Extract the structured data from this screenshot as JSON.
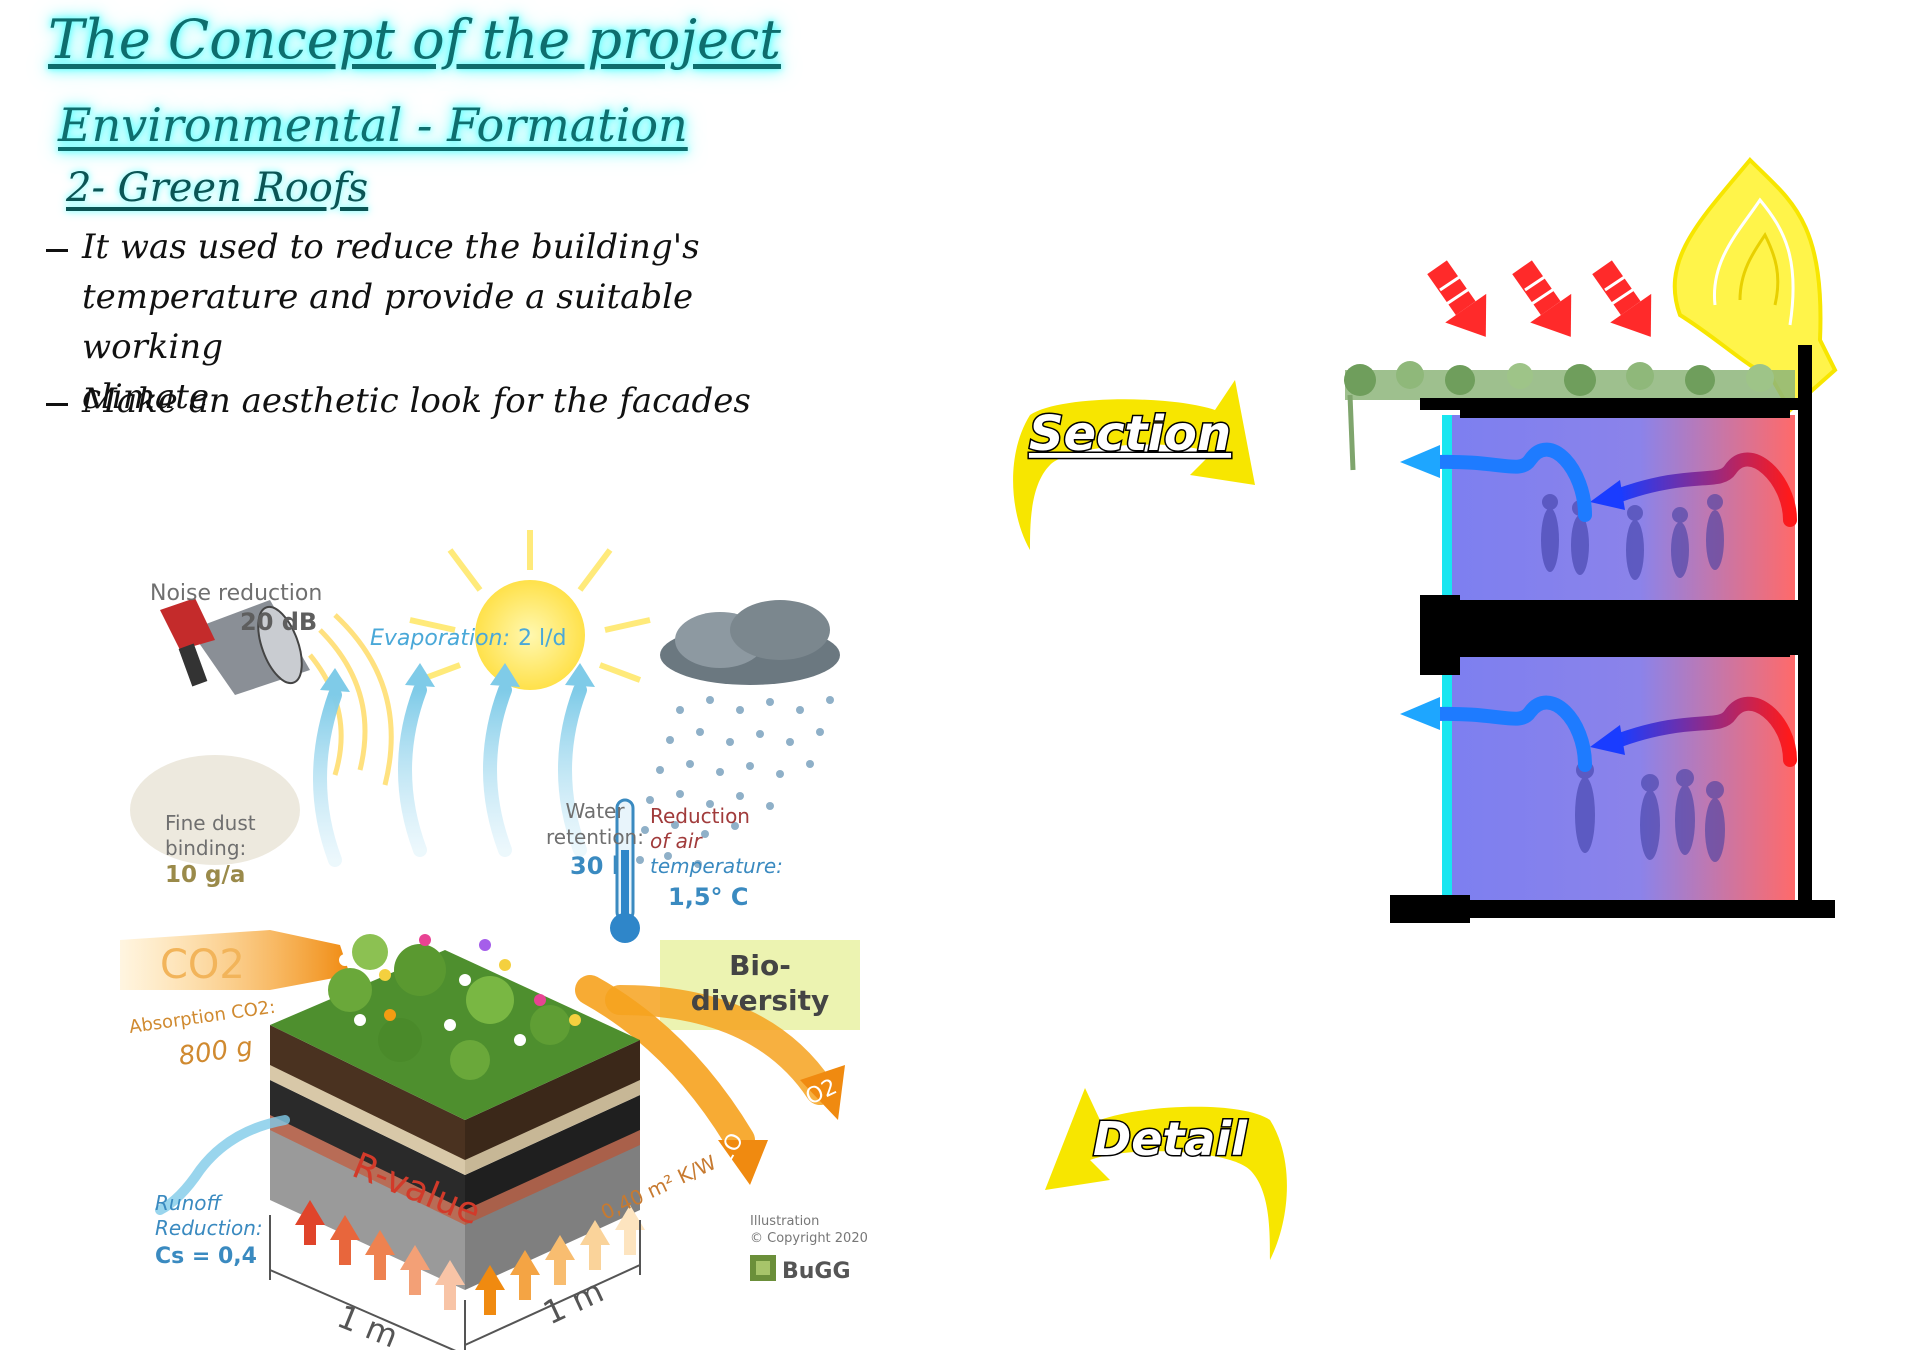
{
  "header": {
    "title": "The Concept of the project",
    "subtitle": "Environmental - Formation",
    "section": "2- Green Roofs"
  },
  "bullets": [
    {
      "lines": [
        "It was used to reduce the building's",
        "temperature and provide a suitable working",
        "climate"
      ]
    },
    {
      "lines": [
        "Make an aesthetic look for the facades"
      ]
    }
  ],
  "illustration": {
    "noise_label": "Noise reduction",
    "noise_value": "20 dB",
    "evaporation_label": "Evaporation:",
    "evaporation_value": "2 l/d",
    "dust_label_1": "Fine dust",
    "dust_label_2": "binding:",
    "dust_value": "10 g/a",
    "water_label_1": "Water",
    "water_label_2": "retention:",
    "water_value": "30 l",
    "temp_label_1": "Reduction",
    "temp_label_2": "of air",
    "temp_label_3": "temperature:",
    "temp_value": "1,5° C",
    "co2_label": "CO2",
    "co2_abs_label": "Absorption CO2:",
    "co2_value": "800 g",
    "bio_label_1": "Bio-",
    "bio_label_2": "diversity",
    "o2_label": "O2",
    "h2o_label": "H2O",
    "runoff_label_1": "Runoff",
    "runoff_label_2": "Reduction:",
    "runoff_value": "Cs = 0,4",
    "rvalue_label": "R-value",
    "rvalue_value": "0,40 m² K/W",
    "dim_1": "1 m",
    "dim_2": "1 m",
    "credit_1": "Illustration",
    "credit_2": "© Copyright 2020",
    "credit_logo": "BuGG"
  },
  "labels": {
    "section": "Section",
    "detail": "Detail"
  },
  "colors": {
    "header_glow": "#55ffff",
    "arrow_yellow": "#f7e600",
    "hot_red": "#ff2a2a",
    "cool_blue": "#1e7bff",
    "glass_cyan": "#19e6f0"
  }
}
